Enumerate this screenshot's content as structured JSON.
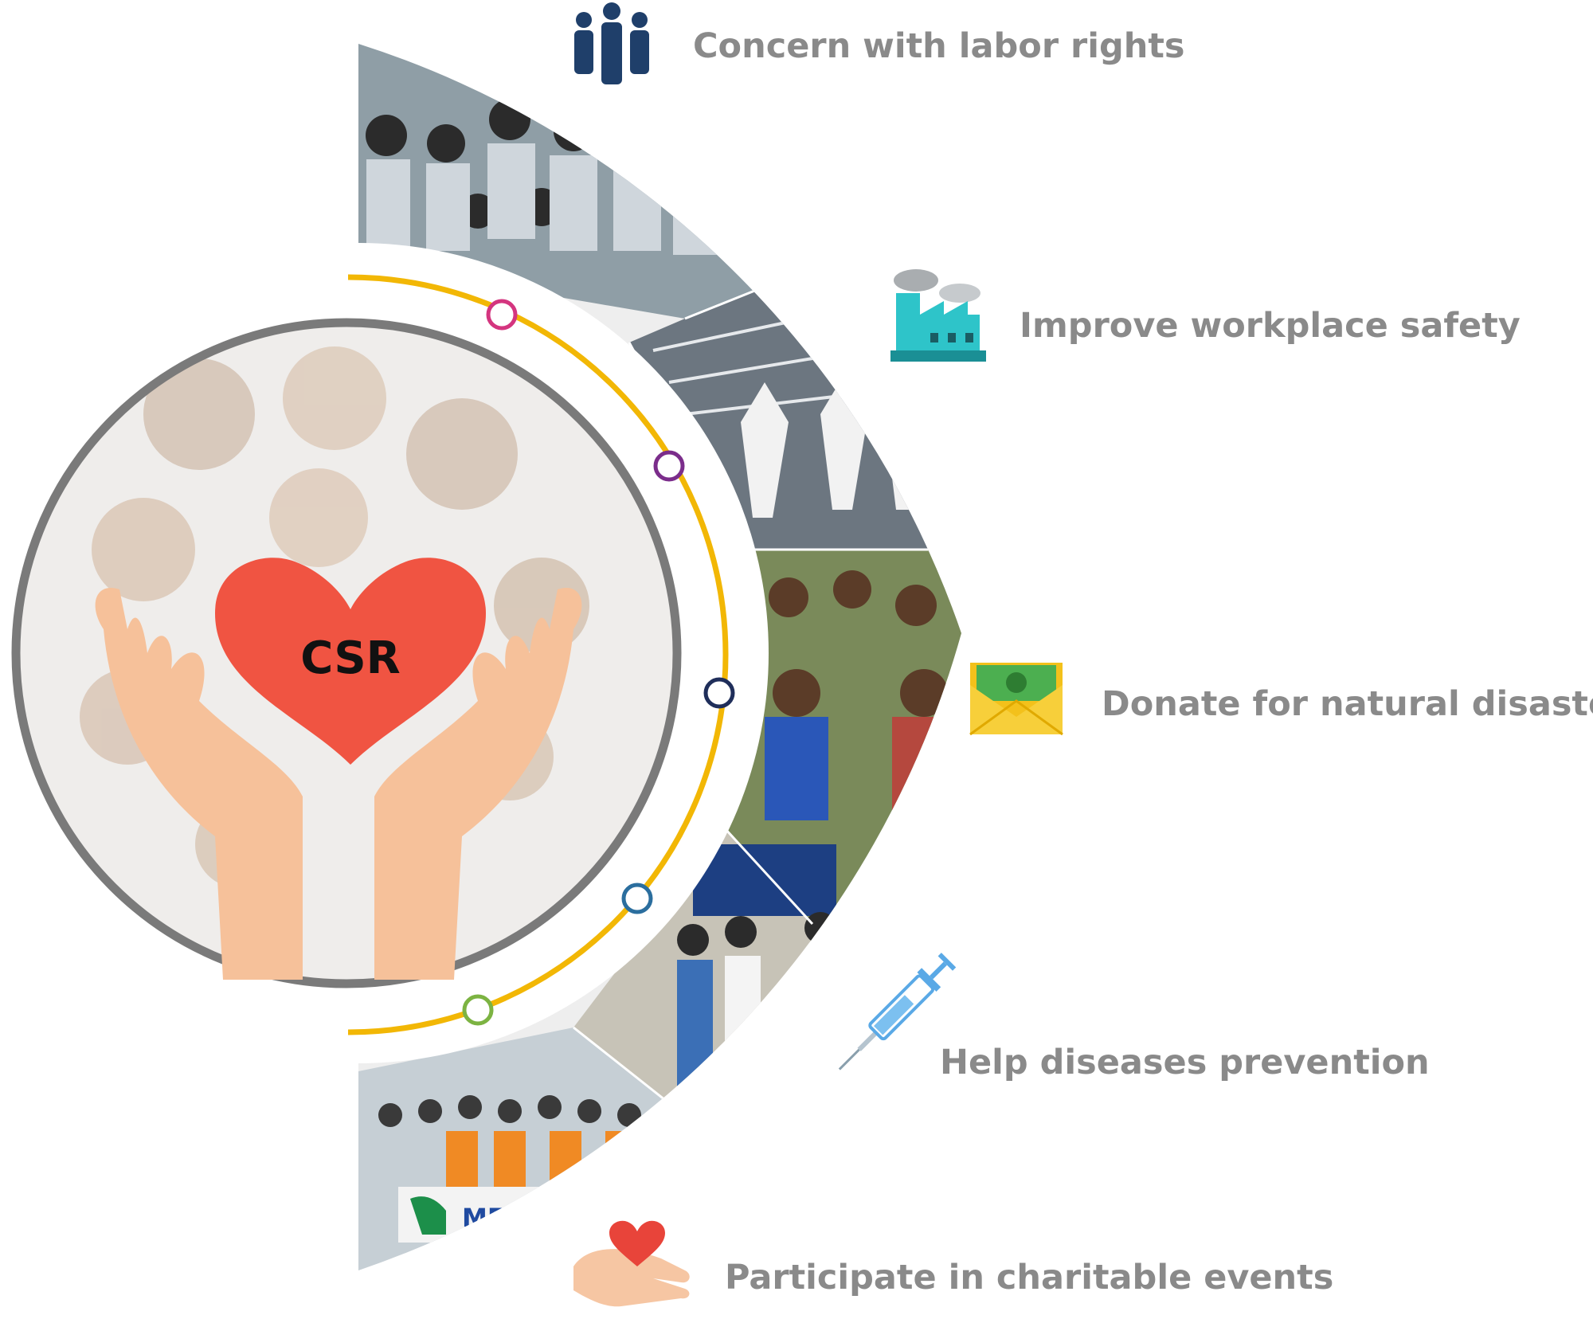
{
  "center": {
    "label": "CSR",
    "heart_color": "#F05442",
    "hands_color": "#F6C19A",
    "ring_color": "#7a7a7a"
  },
  "arc_color": "#F2B705",
  "items": [
    {
      "id": "labor-rights",
      "label": "Concern with labor rights",
      "icon": "people-icon",
      "dot_color": "#D4357F"
    },
    {
      "id": "workplace-safety",
      "label": "Improve workplace safety",
      "icon": "factory-icon",
      "dot_color": "#7B2D8B"
    },
    {
      "id": "natural-disasters",
      "label": "Donate for natural disasters",
      "icon": "money-envelope-icon",
      "dot_color": "#1F2E5A"
    },
    {
      "id": "diseases-prevention",
      "label": "Help diseases prevention",
      "icon": "syringe-icon",
      "dot_color": "#2B6E9E"
    },
    {
      "id": "charitable-events",
      "label": "Participate in charitable events",
      "icon": "heart-hand-icon",
      "dot_color": "#7CB342"
    }
  ],
  "photo_banner_text": "MEDTECS"
}
